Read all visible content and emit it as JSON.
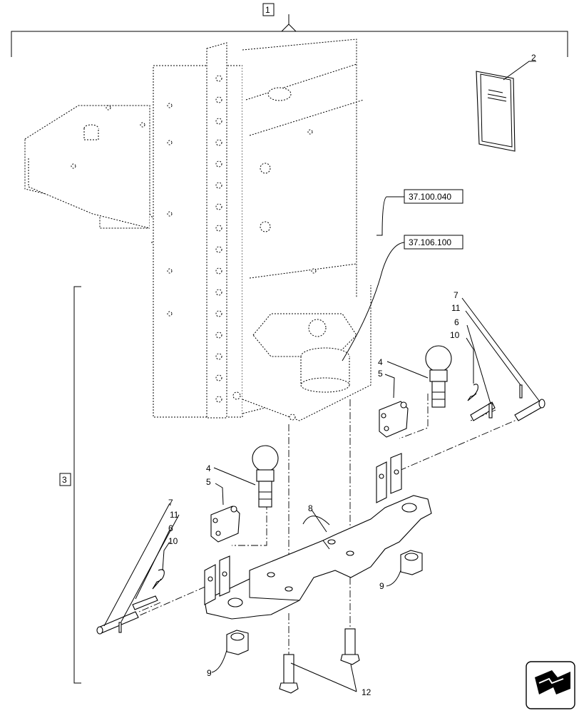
{
  "labels": {
    "item_1": "1",
    "item_2": "2",
    "item_3": "3",
    "item_4_top": "4",
    "item_5_top": "5",
    "item_6_top": "6",
    "item_7_top": "7",
    "item_10_top": "10",
    "item_11_top": "11",
    "item_4_left": "4",
    "item_5_left": "5",
    "item_6_left": "6",
    "item_7_left": "7",
    "item_10_left": "10",
    "item_11_left": "11",
    "item_8": "8",
    "item_9_right": "9",
    "item_9_left": "9",
    "item_12": "12"
  },
  "references": {
    "ref_a": "37.100.040",
    "ref_b": "37.106.100"
  },
  "icons": {
    "nav": "navigate-arrow-icon"
  }
}
